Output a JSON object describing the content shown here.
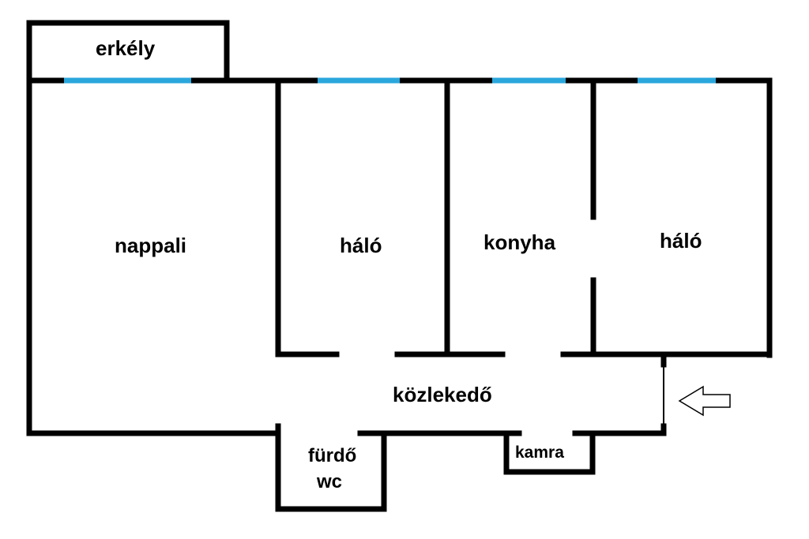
{
  "rooms": {
    "erkely": "erkély",
    "nappali": "nappali",
    "halo_1": "háló",
    "konyha": "konyha",
    "halo_2": "háló",
    "kozlekedo": "közlekedő",
    "furdo": "fürdő",
    "wc": "wc",
    "kamra": "kamra"
  },
  "colors": {
    "wall": "#000000",
    "window": "#2aa7dc",
    "background": "#ffffff"
  },
  "icons": {
    "entrance": "arrow-left-outline-icon"
  }
}
